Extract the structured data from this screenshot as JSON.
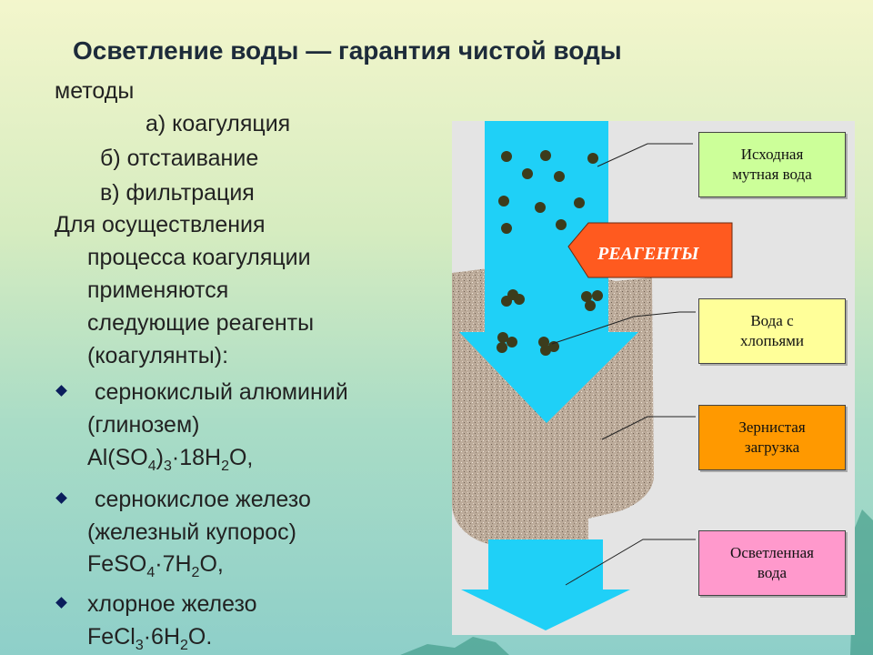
{
  "title": "Осветление воды — гарантия чистой воды",
  "methods": {
    "heading": "методы",
    "a": "а) коагуляция",
    "b": "б) отстаивание",
    "c": "в) фильтрация"
  },
  "intro": [
    "Для осуществления",
    "процесса коагуляции",
    "применяются",
    "следующие реагенты",
    "(коагулянты):"
  ],
  "reagents": [
    {
      "name": "сернокислый алюминий",
      "alias": "(глинозем)",
      "formula": "Al(SO4)3·18H2O,"
    },
    {
      "name": "сернокислое железо",
      "alias": "(железный купорос)",
      "formula": "FeSO4·7H2O,"
    },
    {
      "name": "хлорное железо",
      "formula": "FeCl3·6H2O."
    }
  ],
  "diagram": {
    "reagent_arrow_label": "РЕАГЕНТЫ",
    "labels": [
      {
        "line1": "Исходная",
        "line2": "мутная вода",
        "color": "#ccff99"
      },
      {
        "line1": "Вода с",
        "line2": "хлопьями",
        "color": "#ffff99"
      },
      {
        "line1": "Зернистая",
        "line2": "загрузка",
        "color": "#ff9900"
      },
      {
        "line1": "Осветленная",
        "line2": "вода",
        "color": "#ff99cc"
      }
    ],
    "colors": {
      "water": "#1fd0f7",
      "sand": "#b8a796",
      "reagent_arrow": "#ff5a1f",
      "particles": "#3c3c1c"
    }
  }
}
